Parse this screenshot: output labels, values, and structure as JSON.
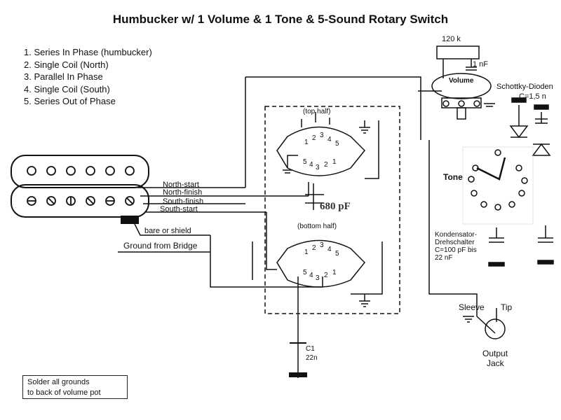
{
  "title": "Humbucker w/ 1 Volume & 1 Tone & 5-Sound Rotary Switch",
  "legend": [
    "1. Series In Phase (humbucker)",
    "2. Single Coil (North)",
    "3. Parallel In Phase",
    "4. Single Coil (South)",
    "5. Series Out of Phase"
  ],
  "wires": {
    "north_start": "North-start",
    "north_finish": "North-finish",
    "south_finish": "South-finish",
    "south_start": "South-start",
    "bare": "bare or shield",
    "ground_bridge": "Ground from Bridge"
  },
  "switch": {
    "top_half": "(top half)",
    "bottom_half": "(bottom half)",
    "cap": "680 pF",
    "pins_top": [
      "1",
      "2",
      "3",
      "4",
      "5"
    ],
    "pins_bottom": [
      "5",
      "4",
      "3",
      "2",
      "1"
    ]
  },
  "volume": {
    "label": "Volume",
    "resistor": "120 k",
    "cap": "1 nF"
  },
  "schottky": {
    "line1": "Schottky-Dioden",
    "line2": "C=1,5 n"
  },
  "tone": {
    "label": "Tone"
  },
  "kondensator": [
    "Kondensator-",
    "Drehschalter",
    "C=100 pF bis",
    "22 nF"
  ],
  "c1": {
    "name": "C1",
    "value": "22n"
  },
  "jack": {
    "sleeve": "Sleeve",
    "tip": "Tip",
    "label1": "Output",
    "label2": "Jack"
  },
  "note": {
    "line1": "Solder all grounds",
    "line2": "to back of volume pot"
  }
}
